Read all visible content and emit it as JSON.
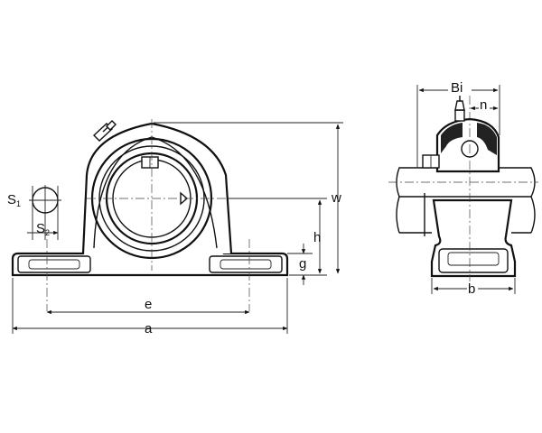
{
  "labels": {
    "s1": "S",
    "s1_sub": "1",
    "s2": "S",
    "s2_sub": "2",
    "e": "e",
    "a": "a",
    "h": "h",
    "g": "g",
    "w": "w",
    "bi": "Bi",
    "n": "n",
    "b": "b"
  }
}
